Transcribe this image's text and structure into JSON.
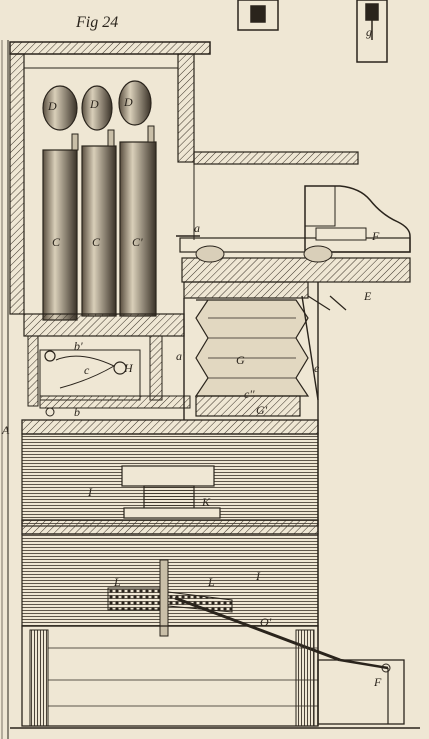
{
  "figure": {
    "title": "Fig 24",
    "labels": {
      "D1": "D",
      "D2": "D",
      "D3": "D",
      "C1": "C",
      "C2": "C",
      "C3": "C'",
      "a": "a",
      "a_prime": "a'",
      "F_top": "F",
      "E": "E",
      "b_prime": "b'",
      "c": "c",
      "H": "H",
      "b": "b",
      "G": "G",
      "e": "e",
      "c_double": "c''",
      "G_prime": "G'",
      "A": "A",
      "I_upper": "I",
      "K": "K",
      "L1": "L",
      "L2": "L",
      "I_lower": "I",
      "O_prime": "O'",
      "F_bottom": "F",
      "g": "g"
    }
  }
}
